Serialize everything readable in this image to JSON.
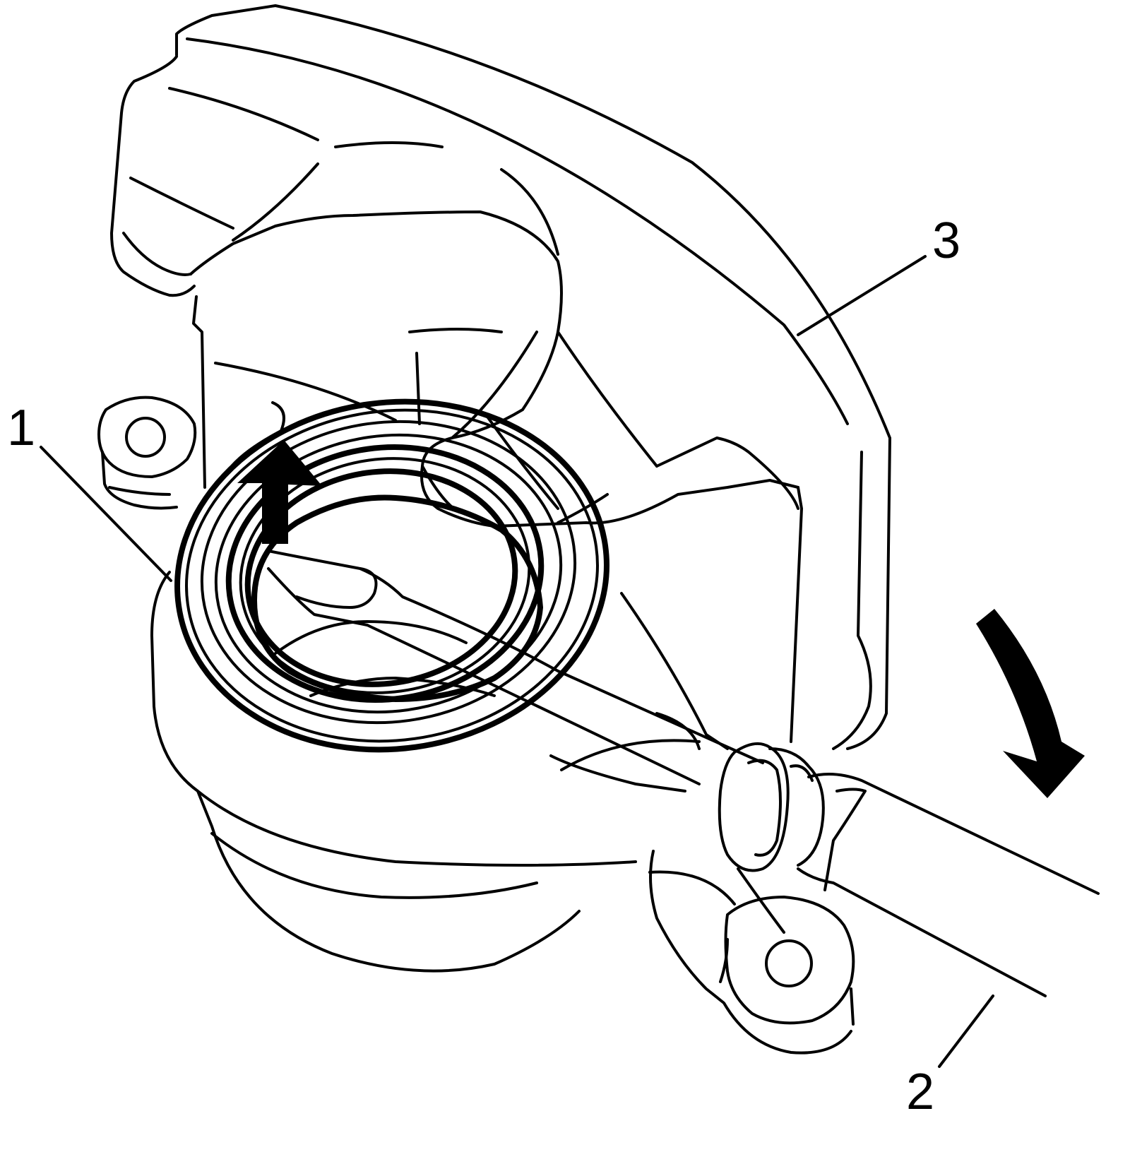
{
  "figure": {
    "callouts": [
      {
        "id": "1",
        "label": "1"
      },
      {
        "id": "2",
        "label": "2"
      },
      {
        "id": "3",
        "label": "3"
      }
    ]
  },
  "colors": {
    "line": "#000000",
    "background": "#ffffff"
  }
}
